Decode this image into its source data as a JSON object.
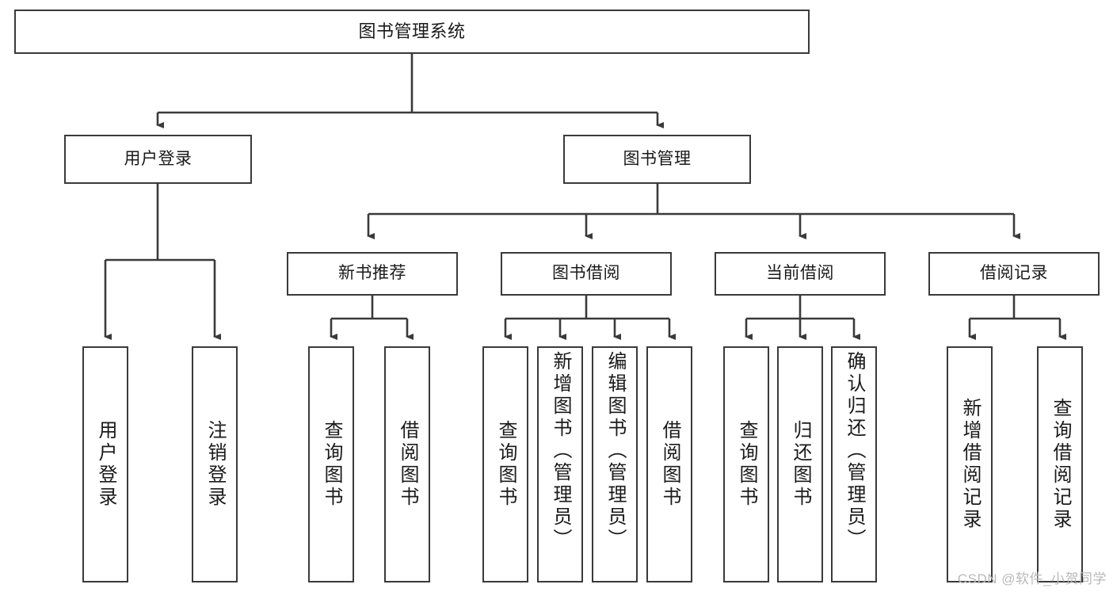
{
  "diagram": {
    "title": "图书管理系统",
    "type": "tree-hierarchy-diagram",
    "watermark": "CSDN @软件_小贺同学",
    "colors": {
      "box_border": "#3a3a3a",
      "box_fill": "#ffffff",
      "connector": "#3a3a3a",
      "text": "#1a1a1a",
      "watermark": "#b9b9b9",
      "background": "#ffffff"
    },
    "root": {
      "label": "图书管理系统"
    },
    "level2": [
      {
        "label": "用户登录"
      },
      {
        "label": "图书管理"
      }
    ],
    "level3": [
      {
        "label": "新书推荐"
      },
      {
        "label": "图书借阅"
      },
      {
        "label": "当前借阅"
      },
      {
        "label": "借阅记录"
      }
    ],
    "leaves_user_login": [
      {
        "label": "用户登录"
      },
      {
        "label": "注销登录"
      }
    ],
    "leaves_new_book": [
      {
        "label": "查询图书"
      },
      {
        "label": "借阅图书"
      }
    ],
    "leaves_borrow": [
      {
        "label": "查询图书"
      },
      {
        "label": "新增图书（管理员）"
      },
      {
        "label": "编辑图书（管理员）"
      },
      {
        "label": "借阅图书"
      }
    ],
    "leaves_current": [
      {
        "label": "查询图书"
      },
      {
        "label": "归还图书"
      },
      {
        "label": "确认归还（管理员）"
      }
    ],
    "leaves_record": [
      {
        "label": "新增借阅记录"
      },
      {
        "label": "查询借阅记录"
      }
    ]
  }
}
